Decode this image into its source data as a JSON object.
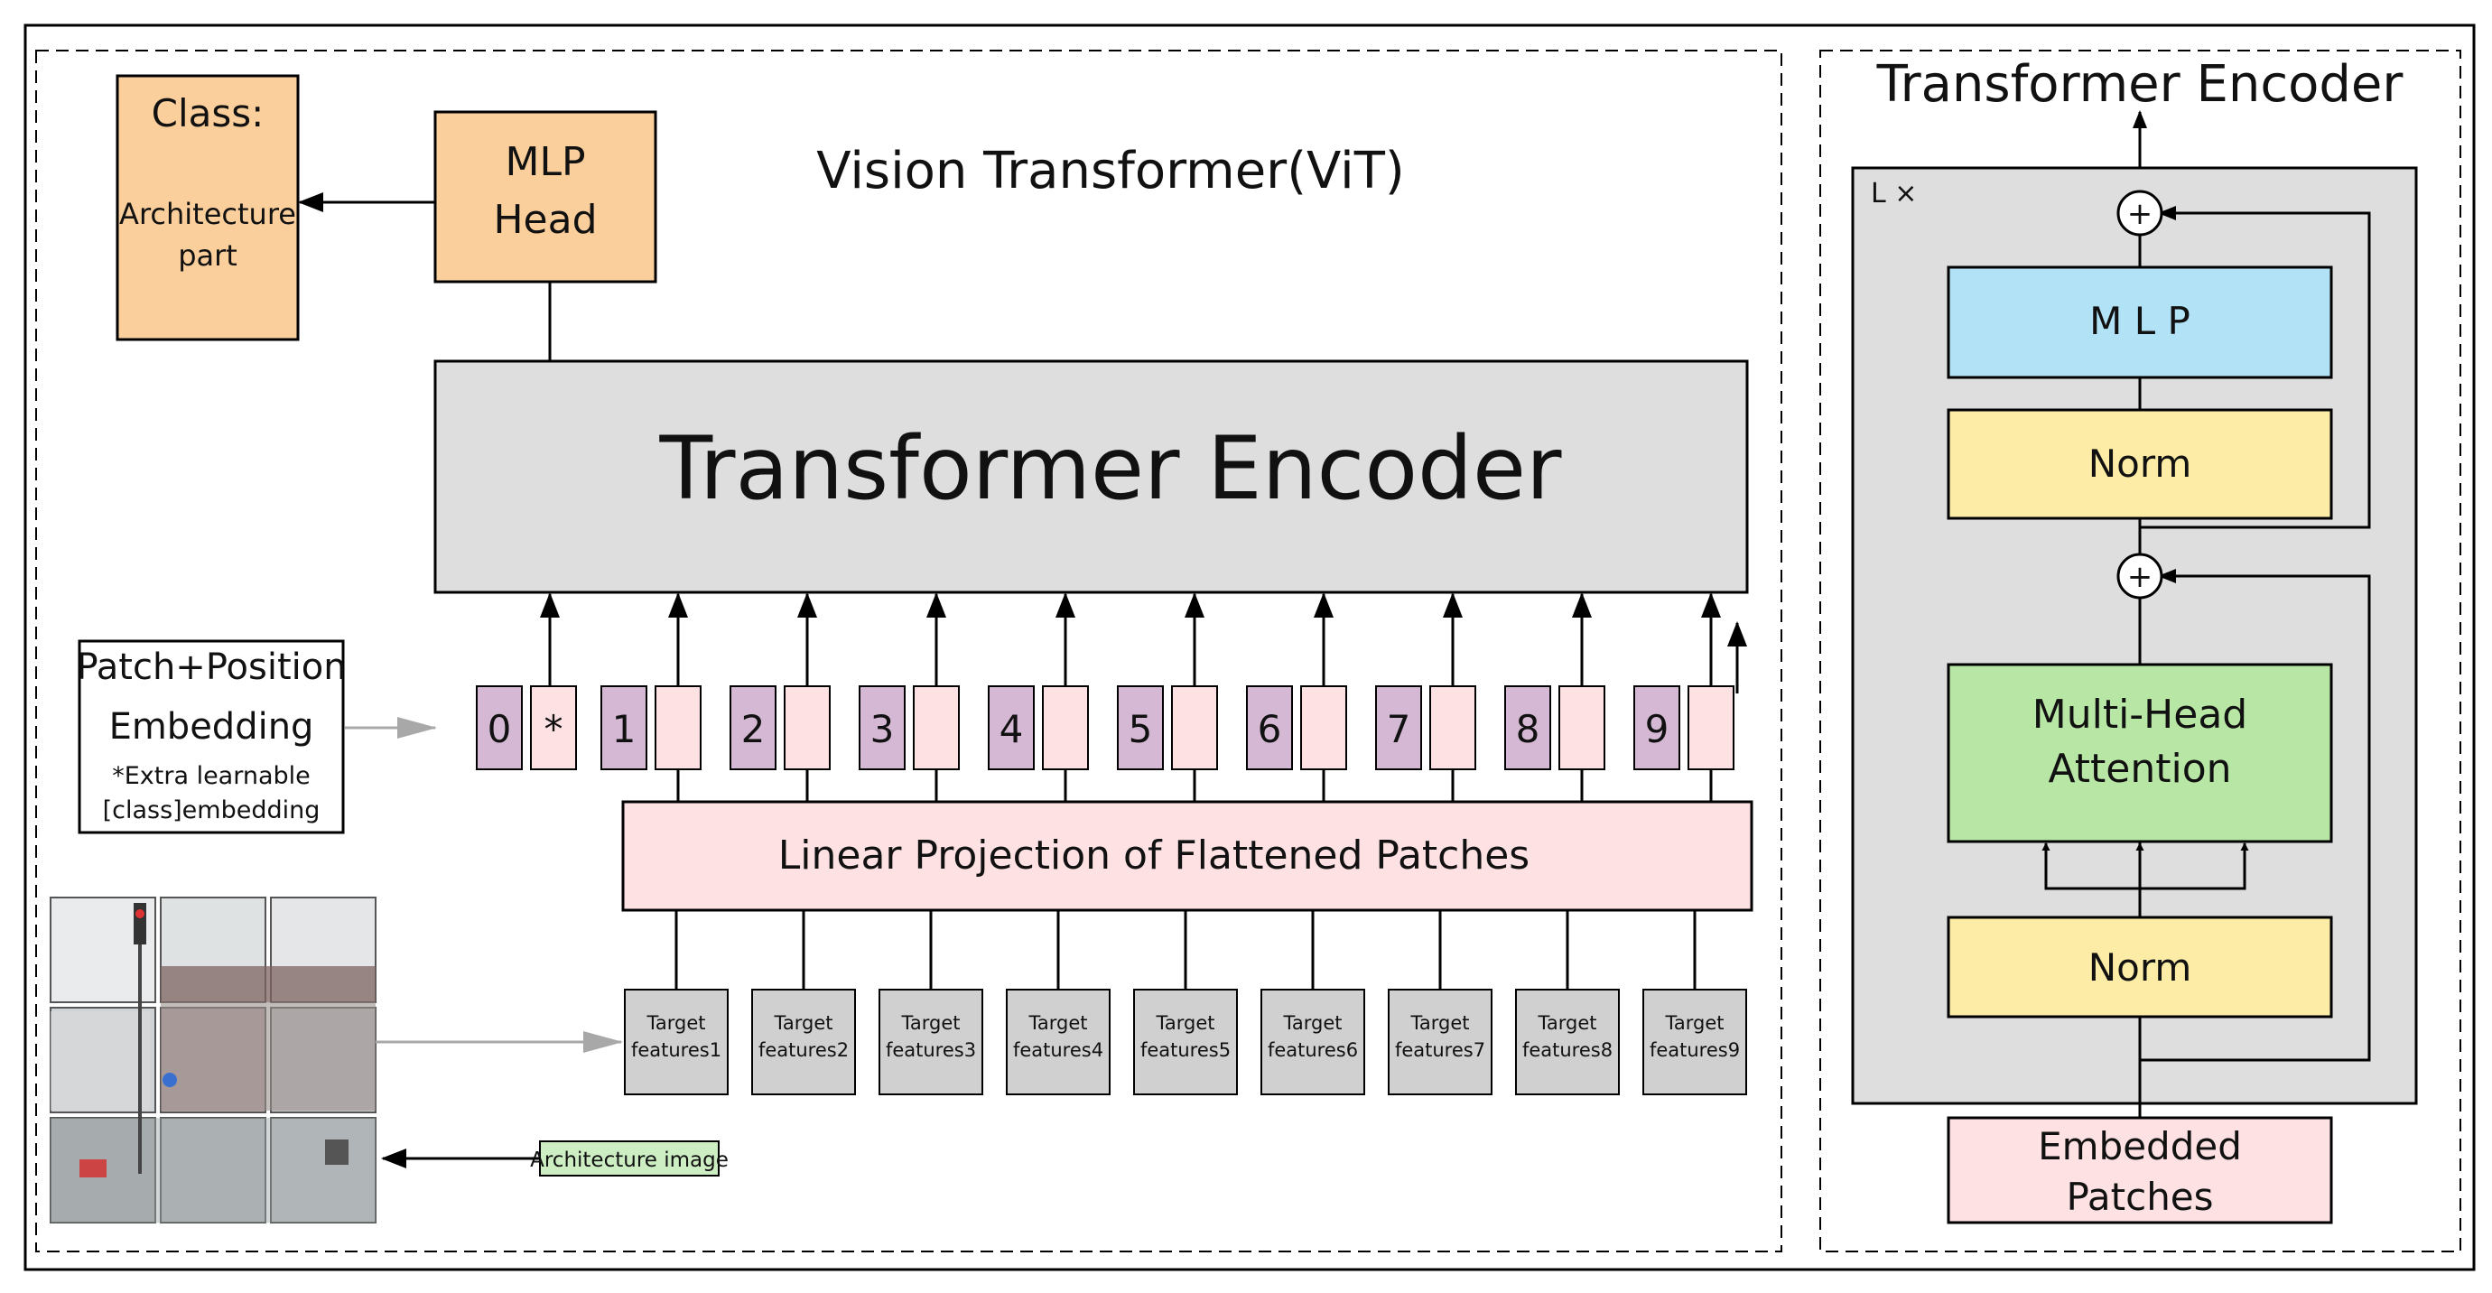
{
  "vit": {
    "title": "Vision Transformer(ViT)",
    "class_box": {
      "title": "Class:",
      "line1": "Architecture",
      "line2": "part"
    },
    "mlp_head": {
      "line1": "MLP",
      "line2": "Head"
    },
    "encoder_label": "Transformer Encoder",
    "embedding_box": {
      "line1": "Patch+Position",
      "line2": "Embedding",
      "note1": "*Extra learnable",
      "note2": "[class]embedding"
    },
    "tokens": [
      "0",
      "*",
      "1",
      "2",
      "3",
      "4",
      "5",
      "6",
      "7",
      "8",
      "9"
    ],
    "projection_label": "Linear Projection of Flattened Patches",
    "features": [
      {
        "line1": "Target",
        "line2": "features1"
      },
      {
        "line1": "Target",
        "line2": "features2"
      },
      {
        "line1": "Target",
        "line2": "features3"
      },
      {
        "line1": "Target",
        "line2": "features4"
      },
      {
        "line1": "Target",
        "line2": "features5"
      },
      {
        "line1": "Target",
        "line2": "features6"
      },
      {
        "line1": "Target",
        "line2": "features7"
      },
      {
        "line1": "Target",
        "line2": "features8"
      },
      {
        "line1": "Target",
        "line2": "features9"
      }
    ],
    "image_label": "Architecture image"
  },
  "encoder_detail": {
    "title": "Transformer Encoder",
    "repeat_label": "L ×",
    "mlp": "M L P",
    "norm_top": "Norm",
    "attention": {
      "line1": "Multi-Head",
      "line2": "Attention"
    },
    "norm_bottom": "Norm",
    "input": {
      "line1": "Embedded",
      "line2": "Patches"
    },
    "plus": "+"
  },
  "colors": {
    "orange": "#fbcf9c",
    "gray": "#dedede",
    "purple": "#d4b8d4",
    "pink": "#fde1e3",
    "blue": "#b1e2f6",
    "yellow": "#fdeca5",
    "green": "#b8e6a5",
    "light_green": "#cdeec3",
    "feature_gray": "#d0d0d0"
  }
}
